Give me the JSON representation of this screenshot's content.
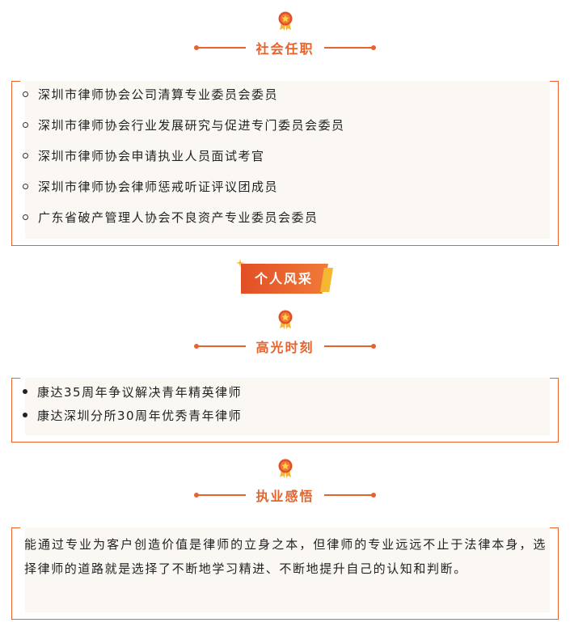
{
  "sections": {
    "social": {
      "title": "社会任职",
      "items": [
        "深圳市律师协会公司清算专业委员会委员",
        "深圳市律师协会行业发展研究与促进专门委员会委员",
        "深圳市律师协会申请执业人员面试考官",
        "深圳市律师协会律师惩戒听证评议团成员",
        "广东省破产管理人协会不良资产专业委员会委员"
      ]
    },
    "banner": {
      "label": "个人风采"
    },
    "highlights": {
      "title": "高光时刻",
      "items": [
        "康达35周年争议解决青年精英律师",
        "康达深圳分所30周年优秀青年律师"
      ]
    },
    "reflection": {
      "title": "执业感悟",
      "text": "能通过专业为客户创造价值是律师的立身之本，但律师的专业远远不止于法律本身，选择律师的道路就是选择了不断地学习精进、不断地提升自己的认知和判断。"
    }
  },
  "colors": {
    "accent": "#e8632b",
    "banner_gold": "#f5b731",
    "box_bg": "#fbf8f4"
  }
}
